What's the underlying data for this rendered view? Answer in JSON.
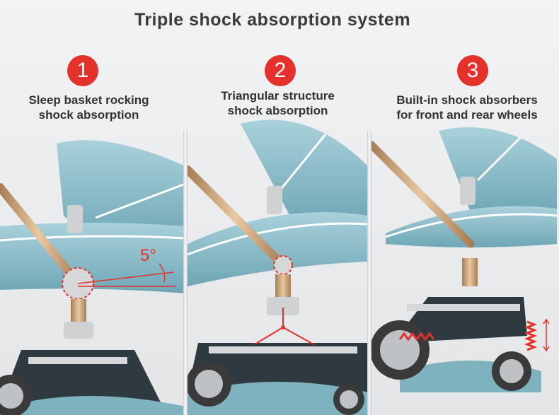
{
  "title": "Triple shock absorption system",
  "features": [
    {
      "number": "1",
      "line1": "Sleep basket rocking",
      "line2": "shock absorption"
    },
    {
      "number": "2",
      "line1": "Triangular structure",
      "line2": "shock absorption"
    },
    {
      "number": "3",
      "line1": "Built-in shock absorbers",
      "line2": "for front and rear wheels"
    }
  ],
  "angle_label": "5°",
  "colors": {
    "badge": "#e4312b",
    "fabric": "#8fbfcc",
    "frame": "#c8a27a",
    "title": "#3b3b3b"
  }
}
